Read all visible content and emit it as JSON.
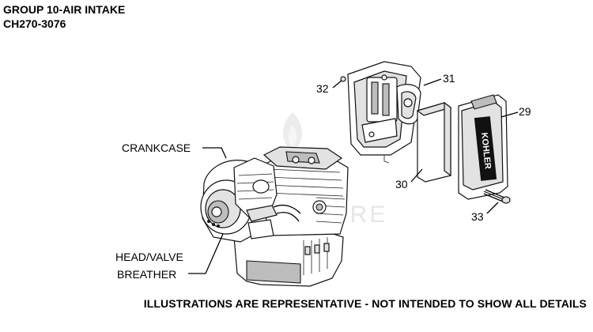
{
  "header": {
    "group_title": "GROUP 10-AIR INTAKE",
    "model": "CH270-3076"
  },
  "watermark": "URE",
  "brand_text": "KOHLER",
  "labels": {
    "crankcase": "CRANKCASE",
    "head_valve": "HEAD/VALVE",
    "breather": "BREATHER",
    "part_29": "29",
    "part_30": "30",
    "part_31": "31",
    "part_32": "32",
    "part_33": "33"
  },
  "footer": {
    "disclaimer": "ILLUSTRATIONS ARE REPRESENTATIVE - NOT INTENDED TO SHOW ALL DETAILS"
  }
}
